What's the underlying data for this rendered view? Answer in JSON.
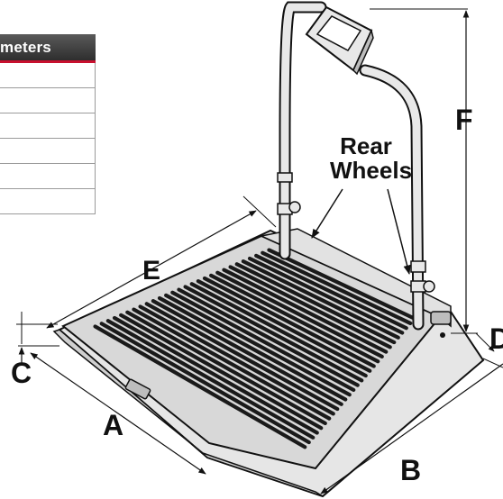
{
  "table": {
    "header": "meters",
    "rows": [
      "",
      "",
      "",
      "",
      "",
      ""
    ]
  },
  "labels": {
    "A": "A",
    "B": "B",
    "C": "C",
    "D": "D",
    "E": "E",
    "F": "F",
    "rear_wheels_line1": "Rear",
    "rear_wheels_line2": "Wheels"
  },
  "colors": {
    "accent": "#c8102e",
    "header_bg": "#3a3a3a",
    "line": "#111111",
    "scale_fill": "#d8d8d8",
    "slat": "#1a1a1a"
  }
}
